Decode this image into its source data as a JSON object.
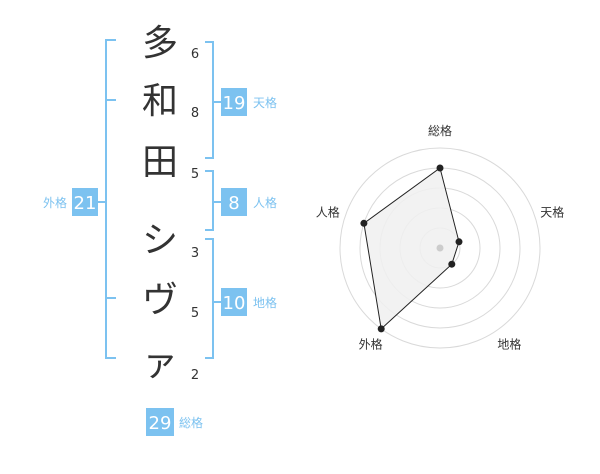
{
  "name": {
    "chars": [
      {
        "char": "多",
        "strokes": "6"
      },
      {
        "char": "和",
        "strokes": "8"
      },
      {
        "char": "田",
        "strokes": "5"
      },
      {
        "char": "シ",
        "strokes": "3"
      },
      {
        "char": "ヴ",
        "strokes": "5"
      },
      {
        "char": "ァ",
        "strokes": "2"
      }
    ]
  },
  "fortune": {
    "ten": {
      "value": "19",
      "label": "天格"
    },
    "jin": {
      "value": "8",
      "label": "人格"
    },
    "chi": {
      "value": "10",
      "label": "地格"
    },
    "gai": {
      "value": "21",
      "label": "外格"
    },
    "sou": {
      "value": "29",
      "label": "総格"
    }
  },
  "colors": {
    "bracket": "#7cc2f0",
    "badge": "#7cc2f0",
    "label": "#7cc2f0",
    "radar_ring": "#d9d9d9",
    "radar_fill": "#f0f0f0",
    "radar_line": "#222222"
  },
  "chart_data": {
    "type": "radar",
    "axes": [
      "総格",
      "天格",
      "地格",
      "外格",
      "人格"
    ],
    "values": [
      4,
      1,
      1,
      5,
      4
    ],
    "max": 5,
    "rings": 5
  }
}
